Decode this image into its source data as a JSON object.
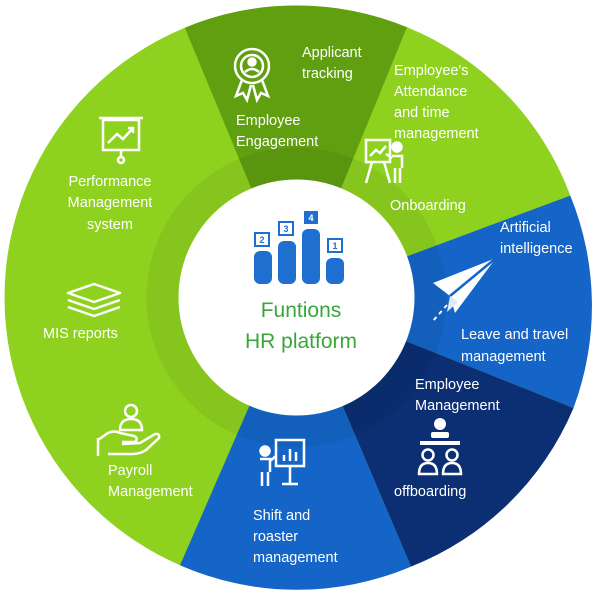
{
  "center": {
    "title_line1": "Funtions",
    "title_line2": "HR platform",
    "bar_numbers": [
      "2",
      "3",
      "4",
      "1"
    ]
  },
  "segments": {
    "applicant_tracking": [
      "Applicant",
      "tracking"
    ],
    "employee_engagement": [
      "Employee",
      "Engagement"
    ],
    "attendance": [
      "Employee's",
      "Attendance",
      "and time",
      "management"
    ],
    "onboarding": [
      "Onboarding"
    ],
    "artificial_intelligence": [
      "Artificial",
      "intelligence"
    ],
    "leave_travel": [
      "Leave and travel",
      "management"
    ],
    "employee_management": [
      "Employee",
      "Management"
    ],
    "offboarding": [
      "offboarding"
    ],
    "shift_roaster": [
      "Shift and",
      "roaster",
      "management"
    ],
    "payroll": [
      "Payroll",
      "Management"
    ],
    "mis_reports": [
      "MIS reports"
    ],
    "performance": [
      "Performance",
      "Management",
      "system"
    ]
  },
  "colors": {
    "light_green": "#8ed21f",
    "dark_green": "#5f9f10",
    "blue": "#1565c8",
    "navy": "#0c2f73",
    "center_text": "#3aa63a",
    "bar_blue": "#1f6fd1"
  },
  "icons": [
    "award-icon",
    "presentation-icon",
    "paper-plane-icon",
    "team-meeting-icon",
    "presenter-chart-icon",
    "hand-care-icon",
    "layers-icon",
    "chart-board-icon",
    "podium-bars-icon"
  ]
}
